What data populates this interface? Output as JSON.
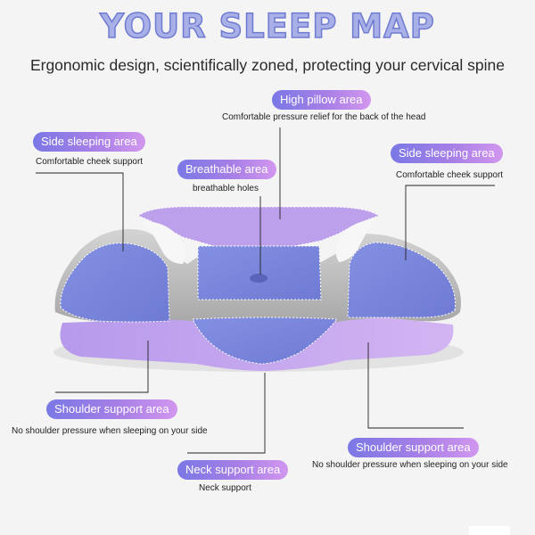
{
  "title": "YOUR SLEEP MAP",
  "subtitle": "Ergonomic design, scientifically zoned, protecting your cervical spine",
  "labels": {
    "high_pillow": {
      "name": "High pillow area",
      "desc": "Comfortable pressure relief for the back of the head"
    },
    "side_left": {
      "name": "Side sleeping area",
      "desc": "Comfortable cheek support"
    },
    "breathable": {
      "name": "Breathable area",
      "desc": "breathable holes"
    },
    "side_right": {
      "name": "Side sleeping area",
      "desc": "Comfortable cheek support"
    },
    "shoulder_left": {
      "name": "Shoulder support area",
      "desc": "No shoulder pressure when sleeping on your side"
    },
    "shoulder_right": {
      "name": "Shoulder support area",
      "desc": "No shoulder pressure when sleeping on your side"
    },
    "neck": {
      "name": "Neck support area",
      "desc": "Neck support"
    }
  },
  "colors": {
    "blue_zone": "#7b86dc",
    "purple_zone": "#c3a0ee",
    "gray_band": "#bdbdbd",
    "pill_start": "#7a78e6",
    "pill_end": "#d297ef"
  }
}
